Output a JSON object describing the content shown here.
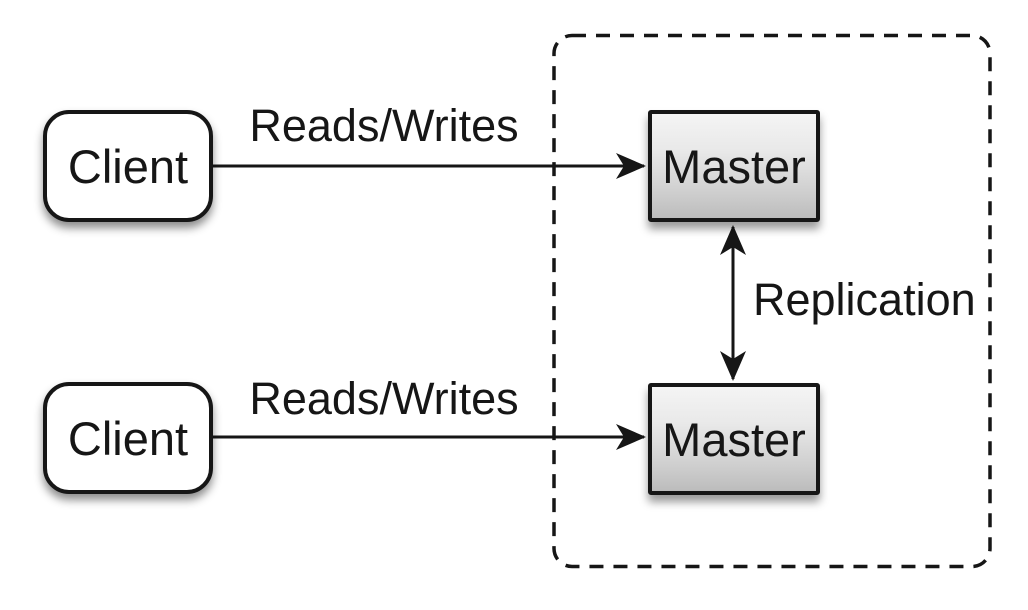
{
  "diagram": {
    "clients": [
      {
        "label": "Client"
      },
      {
        "label": "Client"
      }
    ],
    "masters": [
      {
        "label": "Master"
      },
      {
        "label": "Master"
      }
    ],
    "edge_labels": {
      "reads_writes_top": "Reads/Writes",
      "reads_writes_bottom": "Reads/Writes",
      "replication": "Replication"
    },
    "colors": {
      "background": "#ffffff",
      "ink": "#161616",
      "client_fill": "#ffffff",
      "master_fill_top": "#f4f4f4",
      "master_fill_bottom": "#bcbcbc"
    }
  }
}
